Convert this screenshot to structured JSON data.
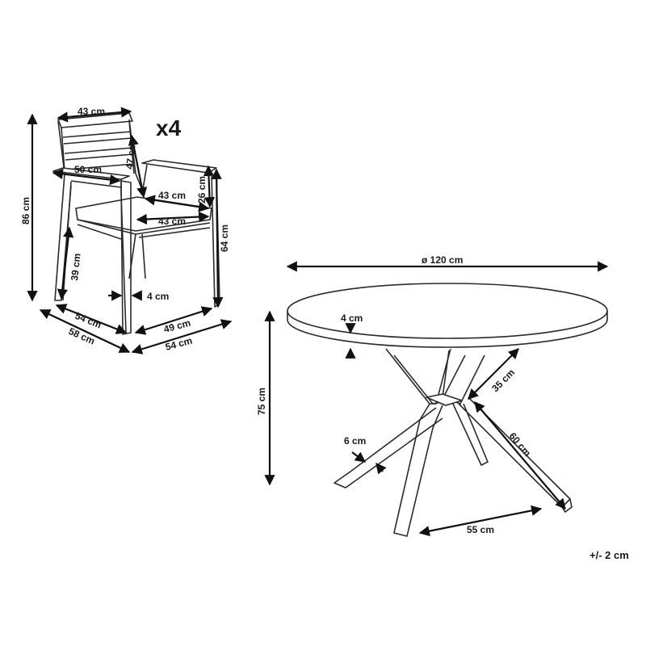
{
  "chair": {
    "quantity": "x4",
    "dims": {
      "back_width": "43 cm",
      "back_height": "47 cm",
      "arm_width": "50 cm",
      "seat_width_back": "43 cm",
      "seat_width_front": "43 cm",
      "arm_height": "26 cm",
      "total_height": "86 cm",
      "seat_height": "39 cm",
      "leg_width": "4 cm",
      "armrest_height": "64 cm",
      "seat_depth": "54 cm",
      "total_depth": "58 cm",
      "seat_front_width": "49 cm",
      "total_width": "54 cm"
    }
  },
  "table": {
    "dims": {
      "diameter": "ø 120 cm",
      "top_thickness": "4 cm",
      "height": "75 cm",
      "leg_upper": "35 cm",
      "leg_length": "60 cm",
      "leg_width": "6 cm",
      "foot_spread": "55 cm"
    }
  },
  "tolerance": "+/- 2 cm"
}
